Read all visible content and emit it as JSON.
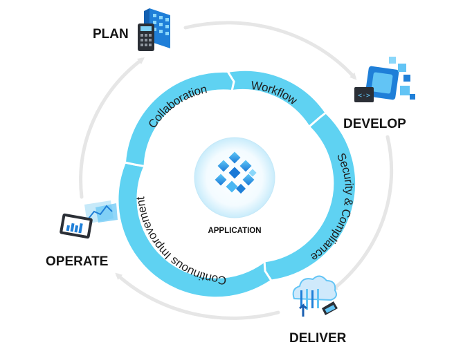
{
  "center": {
    "label": "APPLICATION",
    "icon": "cubes-cluster-icon"
  },
  "stages": [
    {
      "label": "PLAN",
      "icon": "calculator-building-icon"
    },
    {
      "label": "DEVELOP",
      "icon": "code-cubes-icon"
    },
    {
      "label": "DELIVER",
      "icon": "cloud-deploy-icon"
    },
    {
      "label": "OPERATE",
      "icon": "monitor-dashboard-icon"
    }
  ],
  "ring_segments": [
    {
      "label": "Workflow"
    },
    {
      "label": "Security & Compliance"
    },
    {
      "label": "Continuous Improvement"
    },
    {
      "label": "Collaboration"
    }
  ],
  "colors": {
    "ring": "#5fd2f2",
    "ring_edge": "#ffffff",
    "outer_arrows": "#e6e6e6",
    "icon_blue": "#1f7fd8",
    "icon_light": "#62c4f5",
    "label_text": "#141414"
  }
}
